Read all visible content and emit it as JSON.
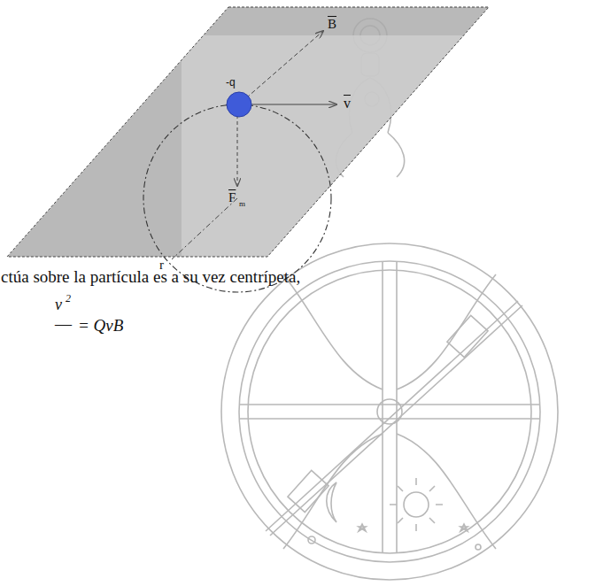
{
  "diagram": {
    "labels": [
      "-q",
      "v",
      "B",
      "F",
      "m",
      "r",
      "ctúa sobre la partícula es a su vez centrípeta,",
      "v",
      "2",
      "—",
      "= QvB"
    ]
  }
}
